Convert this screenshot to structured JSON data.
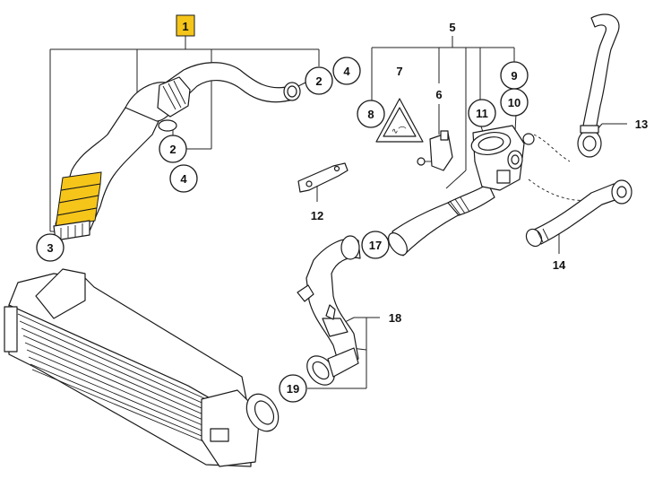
{
  "diagram": {
    "highlight_color": "#f5c51a",
    "callouts": {
      "c1": "1",
      "c2a": "2",
      "c2b": "2",
      "c3": "3",
      "c4a": "4",
      "c4b": "4",
      "c5": "5",
      "c6": "6",
      "c7": "7",
      "c8": "8",
      "c9": "9",
      "c10": "10",
      "c11": "11",
      "c12": "12",
      "c13": "13",
      "c14": "14",
      "c17": "17",
      "c18": "18",
      "c19": "19"
    }
  }
}
